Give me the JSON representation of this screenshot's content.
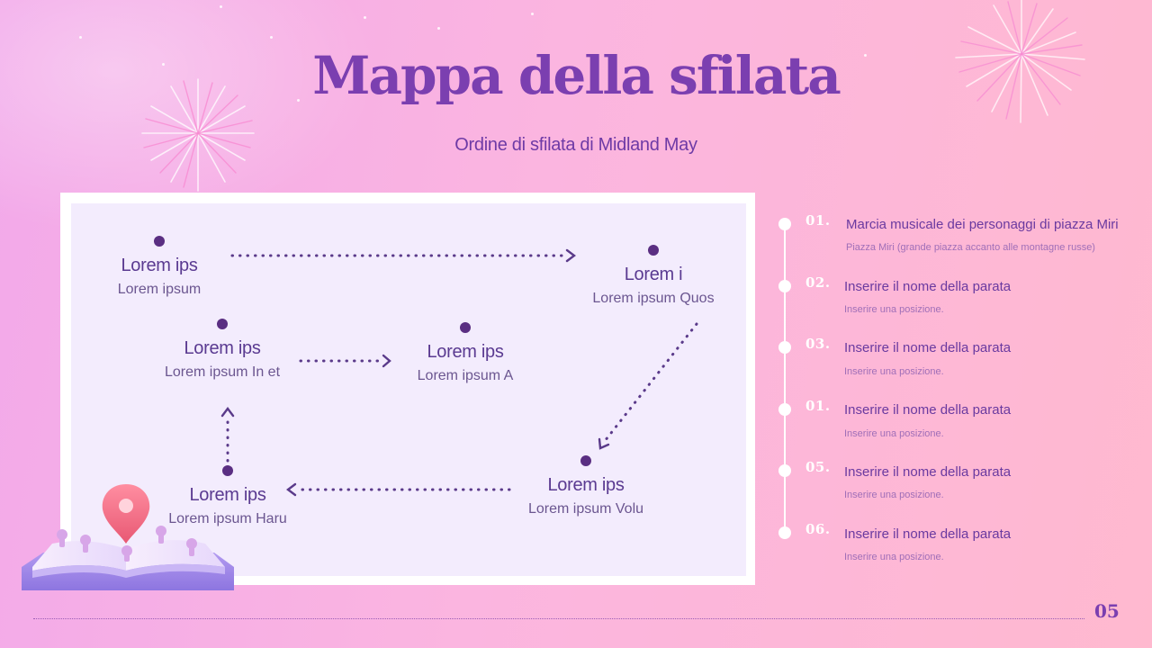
{
  "slide": {
    "title": "Mappa della sfilata",
    "subtitle": "Ordine di sfilata di Midland May",
    "page_number": "05"
  },
  "map": {
    "nodes": [
      {
        "title": "Lorem ips",
        "sub": "Lorem ipsum"
      },
      {
        "title": "Lorem i",
        "sub": "Lorem ipsum Quos"
      },
      {
        "title": "Lorem ips",
        "sub": "Lorem ipsum In et"
      },
      {
        "title": "Lorem ips",
        "sub": "Lorem ipsum A"
      },
      {
        "title": "Lorem ips",
        "sub": "Lorem ipsum Volu"
      },
      {
        "title": "Lorem ips",
        "sub": "Lorem ipsum Haru"
      }
    ]
  },
  "timeline": {
    "items": [
      {
        "num": "01.",
        "title": "Marcia musicale dei personaggi di piazza Miri",
        "sub": "Piazza Miri (grande piazza accanto alle montagne russe)"
      },
      {
        "num": "02.",
        "title": "Inserire il nome della parata",
        "sub": "Inserire una posizione."
      },
      {
        "num": "03.",
        "title": "Inserire il nome della parata",
        "sub": "Inserire una posizione."
      },
      {
        "num": "01.",
        "title": "Inserire il nome della parata",
        "sub": "Inserire una posizione."
      },
      {
        "num": "05.",
        "title": "Inserire il nome della parata",
        "sub": "Inserire una posizione."
      },
      {
        "num": "06.",
        "title": "Inserire il nome della parata",
        "sub": "Inserire una posizione."
      }
    ]
  },
  "colors": {
    "accent": "#7b3fb0",
    "node_dot": "#5a2e82",
    "arrow": "#5a3a8a",
    "map_pin": "#f06b82"
  },
  "icons": [
    "firework-icon",
    "map-pin-icon",
    "open-map-book-icon",
    "arrow-right-icon"
  ]
}
